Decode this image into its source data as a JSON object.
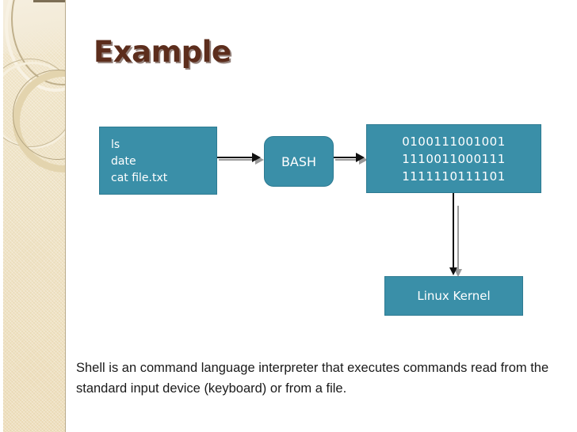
{
  "slide": {
    "title": "Example",
    "body_text": "Shell is an command language interpreter that executes commands read from the standard input device (keyboard) or from a file."
  },
  "theme": {
    "title_color": "#5c2d1c",
    "box_fill": "#3a8fa8",
    "box_border": "#2e7b92",
    "box_text": "#ffffff",
    "panel_color": "#ecdfbf",
    "arrow_color": "#111111",
    "arrow_shadow_color": "#9a9a9a",
    "background": "#ffffff"
  },
  "diagram": {
    "commands_box": {
      "lines": [
        "ls",
        "date",
        "cat file.txt"
      ]
    },
    "shell_box": {
      "label": "BASH"
    },
    "binary_box": {
      "lines": [
        "0100111001001",
        "1110011000111",
        "1111110111101"
      ]
    },
    "kernel_box": {
      "label": "Linux Kernel"
    },
    "arrows": [
      {
        "name": "commands-to-bash",
        "direction": "right"
      },
      {
        "name": "bash-to-binary",
        "direction": "right"
      },
      {
        "name": "binary-to-kernel",
        "direction": "down"
      }
    ]
  }
}
